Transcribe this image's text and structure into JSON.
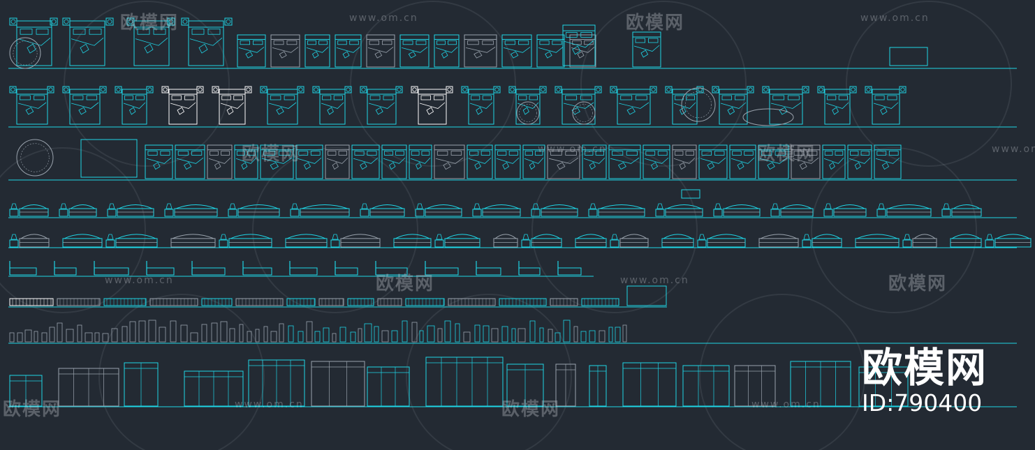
{
  "colors": {
    "background": "#232a33",
    "line": "#1fd5e6",
    "line_dim": "#159fb0",
    "white": "#ffffff",
    "grey": "#9aa3ad"
  },
  "watermark": {
    "site": "www.om.cn",
    "brand": "欧模网"
  },
  "logo": {
    "brand": "欧模网",
    "id_text": "ID:790400"
  }
}
